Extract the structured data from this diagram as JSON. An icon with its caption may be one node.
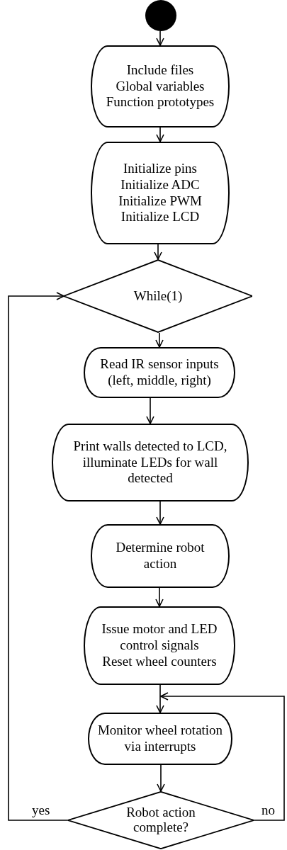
{
  "diagram": {
    "nodes": [
      {
        "text": [],
        "shape": "circle"
      },
      {
        "text": [
          "Include files",
          "Global variables",
          "Function prototypes"
        ]
      },
      {
        "text": [
          "Initialize pins",
          "Initialize ADC",
          "Initialize PWM",
          "Initialize LCD"
        ]
      },
      {
        "text": [
          "While(1)"
        ]
      },
      {
        "text": [
          "Read IR sensor inputs (left, middle, right)"
        ]
      },
      {
        "text": [
          "Print walls detected to LCD, illuminate LEDs for wall detected"
        ]
      },
      {
        "text": [
          "Determine robot action"
        ]
      },
      {
        "text": [
          "Issue motor and LED control signals",
          "Reset wheel counters"
        ]
      },
      {
        "text": [
          "Monitor wheel rotation via interrupts"
        ]
      },
      {
        "text": [
          "Robot action complete?"
        ]
      }
    ],
    "edges": [
      {
        "from": 0,
        "to": 1,
        "arrow": "to"
      },
      {
        "from": 1,
        "to": 2,
        "arrow": "to"
      },
      {
        "from": 2,
        "to": 3,
        "arrow": "to"
      },
      {
        "from": 3,
        "to": 4,
        "arrow": "to"
      },
      {
        "from": 4,
        "to": 5,
        "arrow": "to"
      },
      {
        "from": 5,
        "to": 6,
        "arrow": "to"
      },
      {
        "from": 6,
        "to": 7,
        "arrow": "to"
      },
      {
        "from": 7,
        "to": 8,
        "arrow": "to"
      },
      {
        "from": 8,
        "to": 9,
        "arrow": "to"
      },
      {
        "from": 9,
        "to": 3,
        "arrow": "to",
        "label": "yes"
      },
      {
        "from": 9,
        "to": 8,
        "arrow": "to",
        "label": "no"
      }
    ]
  }
}
